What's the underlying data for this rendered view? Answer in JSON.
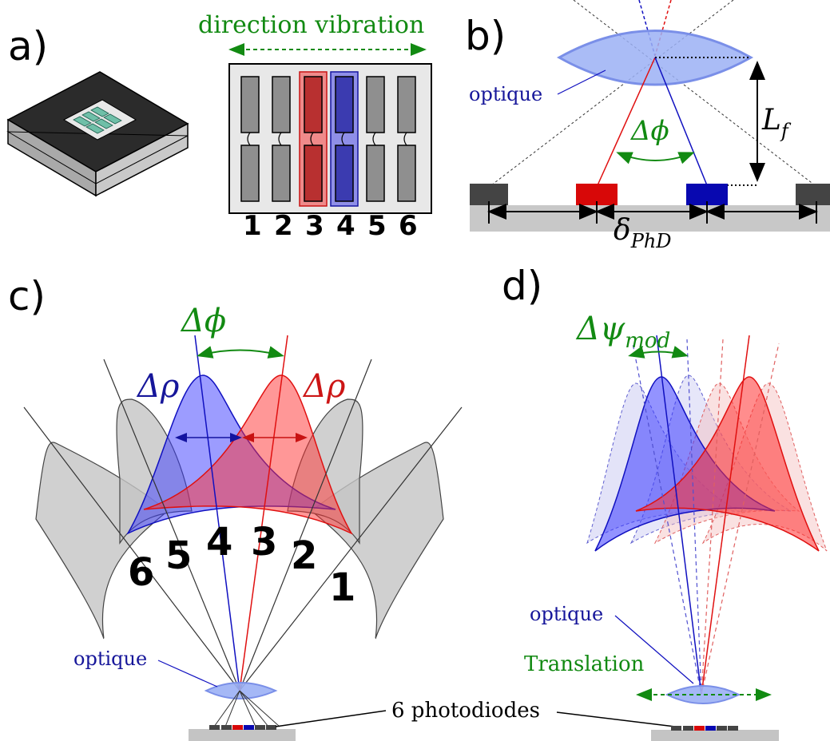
{
  "panels": {
    "a": {
      "label": "a)",
      "vibration_label": "direction vibration",
      "photodiode_numbers": [
        "1",
        "2",
        "3",
        "4",
        "5",
        "6"
      ]
    },
    "b": {
      "label": "b)",
      "optics_label": "optique",
      "angle_label": "Δϕ",
      "focal_label": "L",
      "focal_sub": "f",
      "pitch_label": "δ",
      "pitch_sub": "PhD"
    },
    "c": {
      "label": "c)",
      "angle_label": "Δϕ",
      "width_label_blue": "Δρ",
      "width_label_red": "Δρ",
      "channel_numbers": [
        "6",
        "5",
        "4",
        "3",
        "2",
        "1"
      ],
      "optics_label": "optique"
    },
    "d": {
      "label": "d)",
      "modulation_label": "Δψ",
      "modulation_sub": "mod",
      "optics_label": "optique",
      "translation_label": "Translation"
    },
    "shared": {
      "photodiodes_label": "6 photodiodes"
    }
  },
  "colors": {
    "red": "#e01010",
    "blue": "#1010c0",
    "green": "#128a12",
    "gray": "#bdbdbd",
    "dark": "#3a3a3a"
  }
}
